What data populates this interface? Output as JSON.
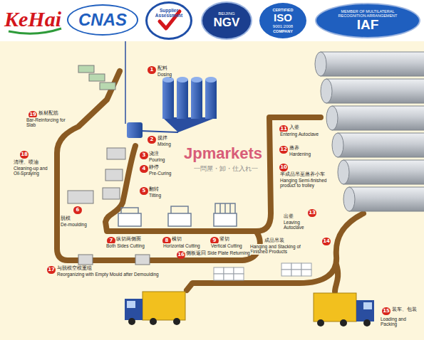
{
  "diagram": {
    "nodes": [
      {
        "text": [
          "KeHai"
        ]
      },
      {
        "text": [
          "CNAS"
        ]
      },
      {
        "text": [
          "Supplier Assessment"
        ]
      },
      {
        "text": [
          "BEIJING",
          "NGV"
        ]
      },
      {
        "text": [
          "CERTIFIED",
          "ISO",
          "9001:2008",
          "COMPANY"
        ]
      },
      {
        "text": [
          "MEMBER OF MULTILATERAL RECOGNITION ARRANGEMENT",
          "IAF"
        ]
      }
    ],
    "labels": [
      "1",
      "配料",
      "Dosing",
      "2",
      "搅拌",
      "Mixing",
      "3",
      "浇注",
      "Pouring",
      "4",
      "静停",
      "Pre-Curing",
      "5",
      "翻转",
      "Tilting",
      "6",
      "脱模",
      "De-moulding",
      "7",
      "纵切两侧面",
      "Both Sides Cutting",
      "8",
      "横切",
      "Horizontal Cutting",
      "9",
      "竖切",
      "Vertical Cutting",
      "10",
      "半成品吊至蒸养小车",
      "Hanging Semi-finished product to trolley",
      "11",
      "入釜",
      "Entering Autoclave",
      "12",
      "蒸养",
      "Hardening",
      "13",
      "出釜",
      "Leaving Autoclave",
      "14",
      "成品吊装",
      "Hanging and Stacking of Finished Products",
      "15",
      "装车、包装",
      "Loading and Packing",
      "16",
      "侧板返回",
      "Side Plate Returning",
      "17",
      "与脱模空模重组",
      "Reorganizing with Empty Mould after Demoulding",
      "18",
      "清理、喷油",
      "Cleaning-up and Oil-Spraying",
      "19",
      "板材配筋",
      "Bar-Reinforcing for Slab",
      "Jpmarkets",
      "一問屋・卸・仕入れ一"
    ]
  }
}
